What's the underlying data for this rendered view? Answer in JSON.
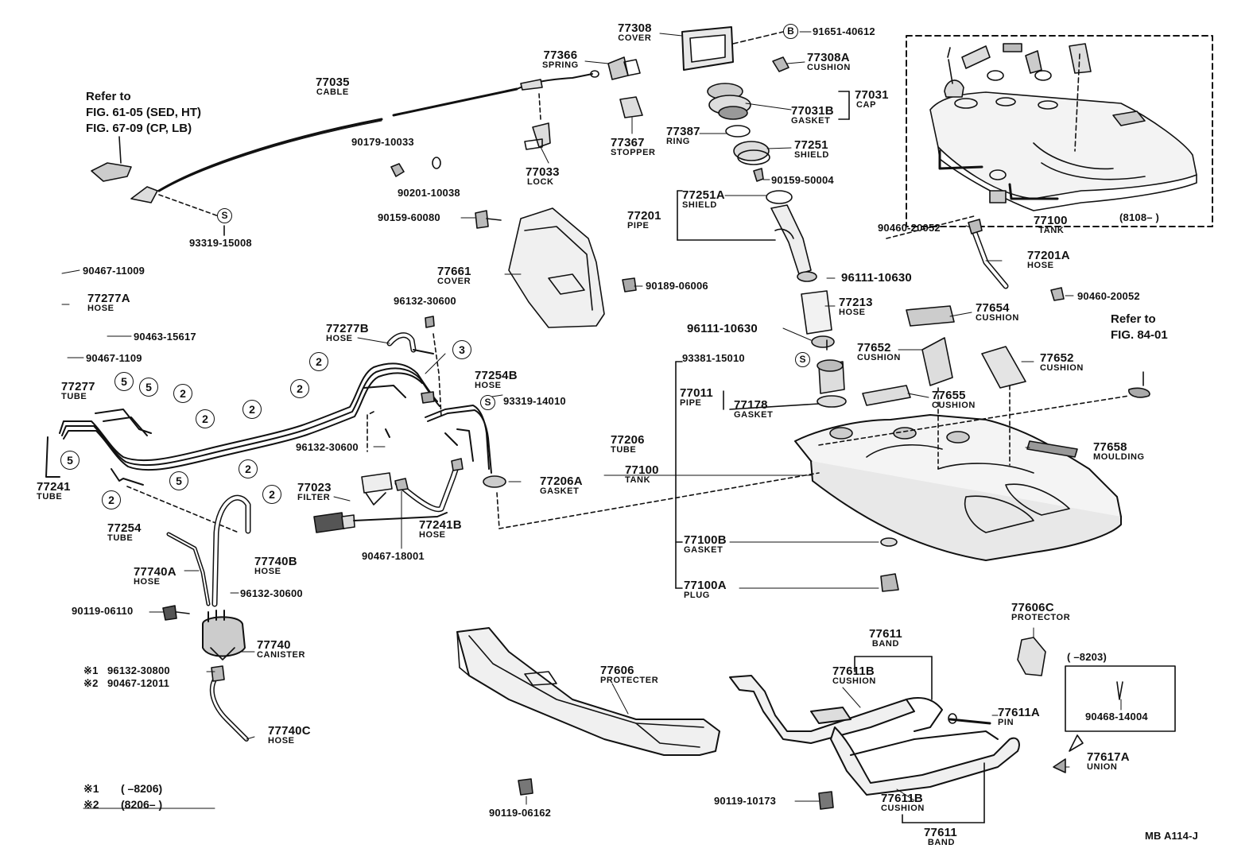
{
  "diagram_code": "MB A114-J",
  "notes": {
    "ref_top": [
      "Refer to",
      "FIG. 61-05 (SED, HT)",
      "FIG. 67-09 (CP, LB)"
    ],
    "ref_right": [
      "Refer to",
      "FIG. 84-01"
    ],
    "tank_date": "(8108–        )",
    "inset_date": "(        –8203)",
    "footnote1_mark": "※1",
    "footnote1_text": "(          –8206)",
    "footnote2_mark": "※2",
    "footnote2_text": "(8206–           )",
    "note_s1_mark": "※1",
    "note_s2_mark": "※2"
  },
  "callouts": {
    "s": "S",
    "b": "B",
    "two": "2",
    "three": "3",
    "five": "5"
  },
  "parts": {
    "p77308": {
      "num": "77308",
      "name": "COVER"
    },
    "p91651": {
      "num": "91651-40612"
    },
    "p77366": {
      "num": "77366",
      "name": "SPRING"
    },
    "p77308A": {
      "num": "77308A",
      "name": "CUSHION"
    },
    "p77035": {
      "num": "77035",
      "name": "CABLE"
    },
    "p77031": {
      "num": "77031",
      "name": "CAP"
    },
    "p77031B": {
      "num": "77031B",
      "name": "GASKET"
    },
    "p90179": {
      "num": "90179-10033"
    },
    "p77387": {
      "num": "77387",
      "name": "RING"
    },
    "p77367": {
      "num": "77367",
      "name": "STOPPER"
    },
    "p77251": {
      "num": "77251",
      "name": "SHIELD"
    },
    "p77033": {
      "num": "77033",
      "name": "LOCK"
    },
    "p90201": {
      "num": "90201-10038"
    },
    "p90159a": {
      "num": "90159-50004"
    },
    "p77251A": {
      "num": "77251A",
      "name": "SHIELD"
    },
    "p93319a": {
      "num": "93319-15008"
    },
    "p90159b": {
      "num": "90159-60080"
    },
    "p77201": {
      "num": "77201",
      "name": "PIPE"
    },
    "p77100top": {
      "num": "77100",
      "name": "TANK"
    },
    "p90460a": {
      "num": "90460-20052"
    },
    "p77201A": {
      "num": "77201A",
      "name": "HOSE"
    },
    "p90467a": {
      "num": "90467-11009"
    },
    "p77661": {
      "num": "77661",
      "name": "COVER"
    },
    "p90189": {
      "num": "90189-06006"
    },
    "p96111a": {
      "num": "96111-10630"
    },
    "p90460b": {
      "num": "90460-20052"
    },
    "p77277A": {
      "num": "77277A",
      "name": "HOSE"
    },
    "p96132a": {
      "num": "96132-30600"
    },
    "p77213": {
      "num": "77213",
      "name": "HOSE"
    },
    "p77654": {
      "num": "77654",
      "name": "CUSHION"
    },
    "p90463": {
      "num": "90463-15617"
    },
    "p77277B": {
      "num": "77277B",
      "name": "HOSE"
    },
    "p96111b": {
      "num": "96111-10630"
    },
    "p90467b": {
      "num": "90467-1109"
    },
    "p77652a": {
      "num": "77652",
      "name": "CUSHION"
    },
    "p77652b": {
      "num": "77652",
      "name": "CUSHION"
    },
    "p93381": {
      "num": "93381-15010"
    },
    "p77277": {
      "num": "77277",
      "name": "TUBE"
    },
    "p77254B": {
      "num": "77254B",
      "name": "HOSE"
    },
    "p77011": {
      "num": "77011",
      "name": "PIPE"
    },
    "p77178": {
      "num": "77178",
      "name": "GASKET"
    },
    "p77655": {
      "num": "77655",
      "name": "CUSHION"
    },
    "p93319b": {
      "num": "93319-14010"
    },
    "p77206": {
      "num": "77206",
      "name": "TUBE"
    },
    "p96132b": {
      "num": "96132-30600"
    },
    "p77658": {
      "num": "77658",
      "name": "MOULDING"
    },
    "p77100main": {
      "num": "77100",
      "name": "TANK"
    },
    "p77241": {
      "num": "77241",
      "name": "TUBE"
    },
    "p77023": {
      "num": "77023",
      "name": "FILTER"
    },
    "p77206A": {
      "num": "77206A",
      "name": "GASKET"
    },
    "p77254": {
      "num": "77254",
      "name": "TUBE"
    },
    "p77241B": {
      "num": "77241B",
      "name": "HOSE"
    },
    "p77100B": {
      "num": "77100B",
      "name": "GASKET"
    },
    "p90467c": {
      "num": "90467-18001"
    },
    "p77740B": {
      "num": "77740B",
      "name": "HOSE"
    },
    "p77740A": {
      "num": "77740A",
      "name": "HOSE"
    },
    "p77100A": {
      "num": "77100A",
      "name": "PLUG"
    },
    "p96132c": {
      "num": "96132-30600"
    },
    "p90119a": {
      "num": "90119-06110"
    },
    "p77606C": {
      "num": "77606C",
      "name": "PROTECTOR"
    },
    "p77740": {
      "num": "77740",
      "name": "CANISTER"
    },
    "p77611top": {
      "num": "77611",
      "name": "BAND"
    },
    "p77606": {
      "num": "77606",
      "name": "PROTECTER"
    },
    "p96132d": {
      "num": "96132-30800"
    },
    "p90467d": {
      "num": "90467-12011"
    },
    "p77611Btop": {
      "num": "77611B",
      "name": "CUSHION"
    },
    "p90468": {
      "num": "90468-14004"
    },
    "p77611A": {
      "num": "77611A",
      "name": "PIN"
    },
    "p77740C": {
      "num": "77740C",
      "name": "HOSE"
    },
    "p77617A": {
      "num": "77617A",
      "name": "UNION"
    },
    "p90119b": {
      "num": "90119-10173"
    },
    "p77611Bbot": {
      "num": "77611B",
      "name": "CUSHION"
    },
    "p90119c": {
      "num": "90119-06162"
    },
    "p77611bot": {
      "num": "77611",
      "name": "BAND"
    }
  }
}
